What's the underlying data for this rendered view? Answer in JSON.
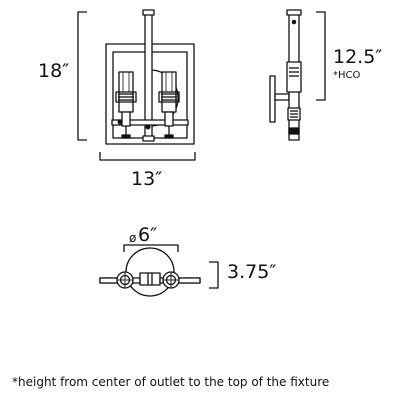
{
  "dimensions": {
    "height": "18″",
    "width": "13″",
    "hco": "12.5″",
    "hco_tag": "*HCO",
    "diameter_symbol": "ø",
    "diameter": "6″",
    "depth": "3.75″"
  },
  "footnote": "*height from center of outlet to the top of the fixture",
  "colors": {
    "line": "#111111",
    "background": "#ffffff"
  }
}
